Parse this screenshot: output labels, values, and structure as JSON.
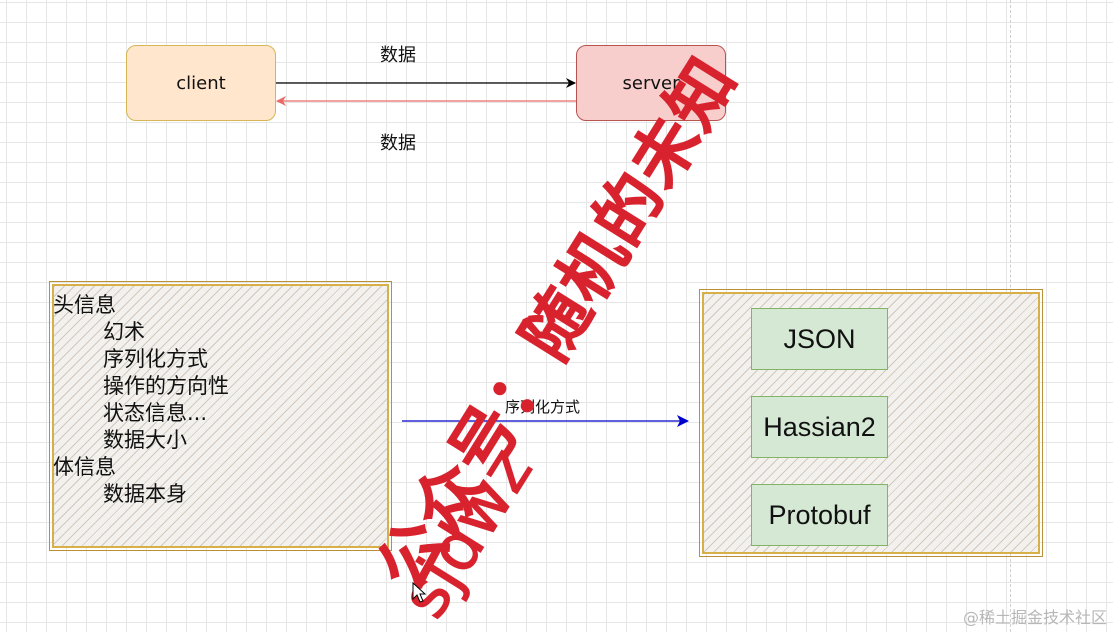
{
  "top": {
    "client_label": "client",
    "server_label": "server",
    "request_label": "数据",
    "response_label": "数据"
  },
  "left_panel": {
    "lines": [
      "头信息",
      "幻术",
      "序列化方式",
      "操作的方向性",
      "状态信息...",
      "数据大小",
      "体信息",
      "数据本身"
    ]
  },
  "arrow_label": "序列化方式",
  "formats": [
    "JSON",
    "Hassian2",
    "Protobuf"
  ],
  "watermark": {
    "line1": "公众号：随机的未知",
    "line2": "sjdwz"
  },
  "corner_watermark": "@稀土掘金技术社区",
  "colors": {
    "client_fill": "#ffe6cc",
    "server_fill": "#f8cecc",
    "format_fill": "#d5e8d4",
    "watermark_red": "#d8232e",
    "arrow_blue": "#0000cc",
    "response_arrow": "#ea6b66"
  }
}
